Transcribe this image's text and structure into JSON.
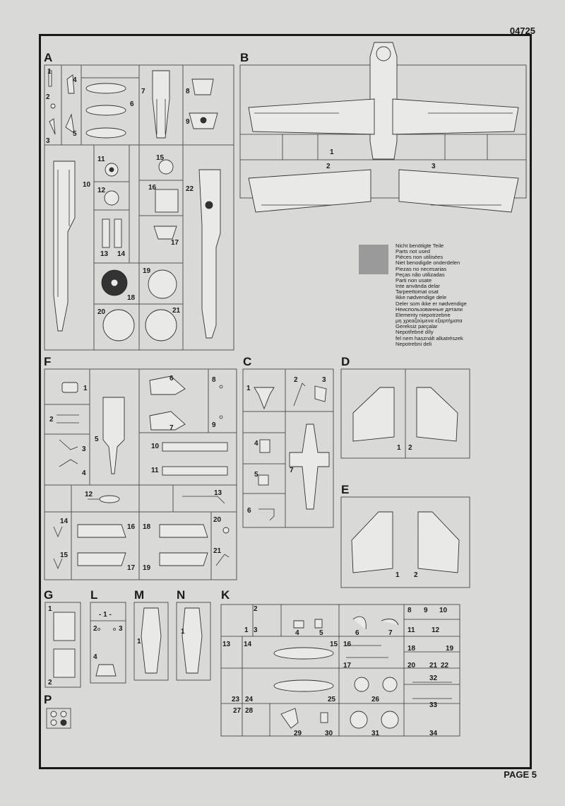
{
  "kit_number": "04725",
  "page_label": "PAGE 5",
  "legend": {
    "swatch_color": "#9a9a9a",
    "lines": [
      "Nicht benötigte Teile",
      "Parts not used",
      "Pièces non utilisées",
      "Niet benodigde onderdelen",
      "Piezas no necesarias",
      "Peças não utilizadas",
      "Parti non usate",
      "Inte använda delar",
      "Tarpeettomat osat",
      "Ikke nødvendige dele",
      "Deler som ikke er nødvendige",
      "Неиспользованные детали",
      "Elementy niepotrzebne",
      "μη χρεαζούμενα εξαρτήματα",
      "Gereksiz parçalar",
      "Nepotřebné díly",
      "fel nem használt alkatrészek",
      "Nepotrebni deli"
    ]
  },
  "sprues": [
    {
      "letter": "A",
      "parts": [
        "1",
        "2",
        "3",
        "4",
        "5",
        "6",
        "7",
        "8",
        "9",
        "10",
        "11",
        "12",
        "13",
        "14",
        "15",
        "16",
        "17",
        "18",
        "19",
        "20",
        "21",
        "22"
      ]
    },
    {
      "letter": "B",
      "parts": [
        "1",
        "2",
        "3"
      ]
    },
    {
      "letter": "C",
      "parts": [
        "1",
        "2",
        "3",
        "4",
        "5",
        "6",
        "7"
      ]
    },
    {
      "letter": "D",
      "parts": [
        "1",
        "2"
      ]
    },
    {
      "letter": "E",
      "parts": [
        "1",
        "2"
      ]
    },
    {
      "letter": "F",
      "parts": [
        "1",
        "2",
        "3",
        "4",
        "5",
        "6",
        "7",
        "8",
        "9",
        "10",
        "11",
        "12",
        "13",
        "14",
        "15",
        "16",
        "17",
        "18",
        "19",
        "20",
        "21"
      ]
    },
    {
      "letter": "G",
      "parts": [
        "1",
        "2"
      ]
    },
    {
      "letter": "L",
      "parts": [
        "1",
        "2",
        "3",
        "4"
      ]
    },
    {
      "letter": "M",
      "parts": [
        "1"
      ]
    },
    {
      "letter": "N",
      "parts": [
        "1"
      ]
    },
    {
      "letter": "K",
      "parts": [
        "1",
        "2",
        "3",
        "4",
        "5",
        "6",
        "7",
        "8",
        "9",
        "10",
        "11",
        "12",
        "13",
        "14",
        "15",
        "16",
        "17",
        "18",
        "19",
        "20",
        "21",
        "22",
        "23",
        "24",
        "25",
        "26",
        "27",
        "28",
        "29",
        "30",
        "31",
        "32",
        "33",
        "34"
      ]
    },
    {
      "letter": "P",
      "parts": []
    }
  ],
  "labels": {
    "A": "A",
    "B": "B",
    "C": "C",
    "D": "D",
    "E": "E",
    "F": "F",
    "G": "G",
    "L": "L",
    "M": "M",
    "N": "N",
    "K": "K",
    "P": "P",
    "L_part1": "- 1 -"
  }
}
